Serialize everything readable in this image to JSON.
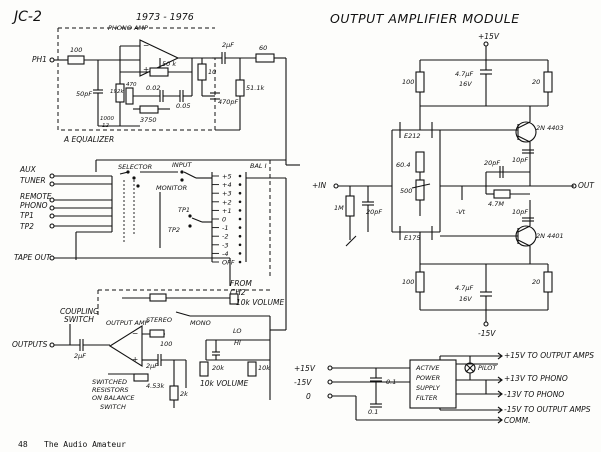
{
  "header": {
    "model": "JC-2",
    "years": "1973 - 1976",
    "module_title": "OUTPUT AMPLIFIER MODULE"
  },
  "preamp": {
    "labels": {
      "phono_amp": "PHONO AMP",
      "ph1": "PH1",
      "eq": "A EQUALIZER",
      "selector": "SELECTOR",
      "input": "INPUT",
      "bal": "BAL I",
      "monitor": "MONITOR",
      "tp1": "TP1",
      "tp2": "TP2",
      "stereo": "STEREO",
      "mono": "MONO",
      "output_amp": "OUTPUT AMP",
      "lo": "LO",
      "hi": "HI",
      "from": "FROM",
      "ch2": "CH2",
      "ch2_vol": "10k VOLUME",
      "vol": "10k VOLUME",
      "coupling": "COUPLING",
      "switch": "SWITCH",
      "switched": "SWITCHED",
      "resistors": "RESISTORS",
      "on_balance": "ON BALANCE",
      "switch2": "SWITCH"
    },
    "inputs": [
      "AUX",
      "TUNER",
      "REMOTE",
      "PHONO",
      "TP1",
      "TP2"
    ],
    "tape_out": "TAPE OUT",
    "outputs": "OUTPUTS",
    "balance_steps": [
      "+5",
      "+4",
      "+3",
      "+2",
      "+1",
      "0",
      "-1",
      "-2",
      "-3",
      "-4",
      "OFF"
    ],
    "components": {
      "r100": "100",
      "c50p": "50pF",
      "r192k": "192k",
      "r470": "470",
      "r1000": "1000",
      "r12": "12",
      "c002": "0.02",
      "c005": "0.05",
      "r3750": "3750",
      "r50k": "50 k",
      "c2uf": "2μF",
      "r60": "60",
      "r10": "10",
      "r51k": "51.1k",
      "c470p": "470pF",
      "c2uf_b": "2μF",
      "c2uf_c": "2μF",
      "r100_b": "100",
      "r453k": "4.53k",
      "r2k": "2k",
      "r20k": "20k",
      "r10k": "10k"
    }
  },
  "amp": {
    "rails": {
      "pos": "+15V",
      "neg": "-15V"
    },
    "in_label": "+IN",
    "out_label": "OUT",
    "components": {
      "r100a": "100",
      "r100b": "100",
      "r20a": "20",
      "r20b": "20",
      "c47a": "4.7μF",
      "v16a": "16V",
      "c47b": "4.7μF",
      "v16b": "16V",
      "q1": "E212",
      "q2": "E175",
      "q3": "2N 4403",
      "q4": "2N 4401",
      "r604": "60.4",
      "r500": "500",
      "c20p": "20pF",
      "r47m": "4.7M",
      "c10pa": "10pF",
      "c10pb": "10pF",
      "r1m": "1M",
      "c20p_b": "20pF",
      "vneg": "-Vt"
    }
  },
  "psu": {
    "inputs": [
      "+15V",
      "-15V",
      "0"
    ],
    "box": [
      "ACTIVE",
      "POWER",
      "SUPPLY",
      "FILTER"
    ],
    "pilot": "PILOT",
    "c01a": "0.1",
    "c01b": "0.1",
    "outputs": [
      "+15V TO OUTPUT AMPS",
      "+13V TO PHONO",
      "-13V TO PHONO",
      "-15V TO OUTPUT AMPS",
      "COMM."
    ]
  },
  "footer": {
    "page": "48",
    "mag": "The Audio Amateur"
  }
}
